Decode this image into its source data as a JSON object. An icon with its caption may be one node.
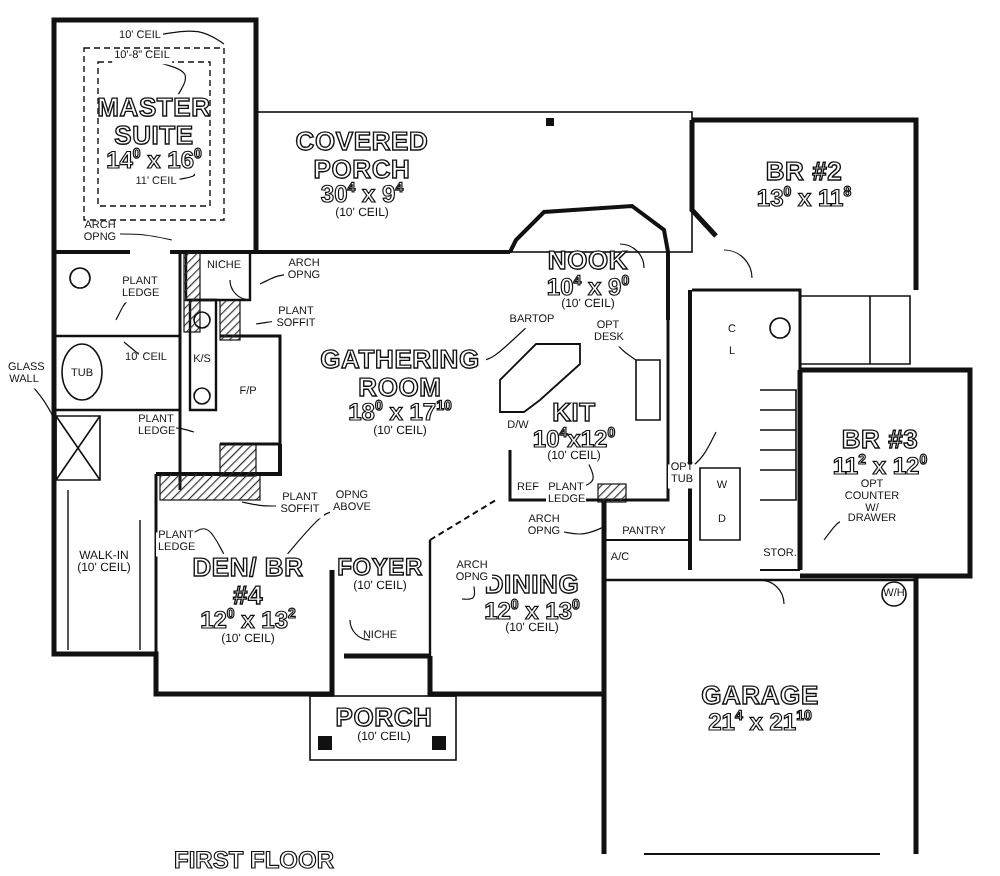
{
  "diagram": {
    "caption": "FIRST FLOOR",
    "nodes": [
      {
        "text": [
          "MASTER SUITE",
          "14$^{0}$ x 16$^{0}$"
        ]
      },
      {
        "text": [
          "COVERED PORCH",
          "30$^{4}$ x 9$^{4}$",
          "(10' CEIL)"
        ]
      },
      {
        "text": [
          "BR #2",
          "13$^{0}$ x 11$^{8}$"
        ]
      },
      {
        "text": [
          "NOOK",
          "10$^{4}$ x 9$^{0}$",
          "(10' CEIL)"
        ]
      },
      {
        "text": [
          "GATHERING ROOM",
          "18$^{0}$ x 17$^{10}$",
          "(10' CEIL)"
        ]
      },
      {
        "text": [
          "KIT",
          "10$^{4}$x12$^{0}$",
          "(10' CEIL)"
        ]
      },
      {
        "text": [
          "BR #3",
          "11$^{2}$ x 12$^{0}$"
        ]
      },
      {
        "text": [
          "WALK-IN",
          "(10' CEIL)"
        ]
      },
      {
        "text": [
          "DEN/ BR #4",
          "12$^{0}$ x 13$^{2}$",
          "(10' CEIL)"
        ]
      },
      {
        "text": [
          "FOYER",
          "(10' CEIL)"
        ]
      },
      {
        "text": [
          "DINING",
          "12$^{0}$ x 13$^{0}$",
          "(10' CEIL)"
        ]
      },
      {
        "text": [
          "PORCH",
          "(10' CEIL)"
        ]
      },
      {
        "text": [
          "GARAGE",
          "21$^{4}$ x 21$^{10}$"
        ]
      },
      {
        "text": [
          "10' CEIL"
        ]
      },
      {
        "text": [
          "10'-8\" CEIL"
        ]
      },
      {
        "text": [
          "11' CEIL"
        ]
      },
      {
        "text": [
          "ARCH OPNG"
        ]
      },
      {
        "text": [
          "ARCH OPNG"
        ]
      },
      {
        "text": [
          "PLANT LEDGE"
        ]
      },
      {
        "text": [
          "PLANT SOFFIT"
        ]
      },
      {
        "text": [
          "GLASS WALL"
        ]
      },
      {
        "text": [
          "10' CEIL"
        ]
      },
      {
        "text": [
          "PLANT LEDGE"
        ]
      },
      {
        "text": [
          "PLANT SOFFIT"
        ]
      },
      {
        "text": [
          "OPNG ABOVE"
        ]
      },
      {
        "text": [
          "PLANT LEDGE"
        ]
      },
      {
        "text": [
          "BARTOP"
        ]
      },
      {
        "text": [
          "OPT DESK"
        ]
      },
      {
        "text": [
          "ARCH OPNG"
        ]
      },
      {
        "text": [
          "PLANT LEDGE"
        ]
      },
      {
        "text": [
          "ARCH OPNG"
        ]
      },
      {
        "text": [
          "OPT COUNTER W/ DRAWER"
        ]
      },
      {
        "text": [
          "OPT TUB"
        ]
      }
    ],
    "edges": [
      {
        "from": 13,
        "to": null,
        "arrow": "none"
      },
      {
        "from": 14,
        "to": 0,
        "arrow": "none"
      },
      {
        "from": 15,
        "to": 0,
        "arrow": "none"
      },
      {
        "from": 16,
        "to": null,
        "arrow": "none"
      },
      {
        "from": 17,
        "to": null,
        "arrow": "none"
      },
      {
        "from": 18,
        "to": null,
        "arrow": "none"
      },
      {
        "from": 19,
        "to": null,
        "arrow": "none"
      },
      {
        "from": 20,
        "to": null,
        "arrow": "none"
      },
      {
        "from": 21,
        "to": null,
        "arrow": "none"
      },
      {
        "from": 22,
        "to": null,
        "arrow": "none"
      },
      {
        "from": 23,
        "to": null,
        "arrow": "none"
      },
      {
        "from": 24,
        "to": 8,
        "arrow": "none"
      },
      {
        "from": 25,
        "to": 8,
        "arrow": "none"
      },
      {
        "from": 26,
        "to": 4,
        "arrow": "none"
      },
      {
        "from": 27,
        "to": null,
        "arrow": "none"
      },
      {
        "from": 28,
        "to": null,
        "arrow": "none"
      },
      {
        "from": 29,
        "to": 5,
        "arrow": "none"
      },
      {
        "from": 30,
        "to": 10,
        "arrow": "none"
      },
      {
        "from": 31,
        "to": null,
        "arrow": "none"
      },
      {
        "from": 32,
        "to": null,
        "arrow": "none"
      }
    ],
    "labels": [
      "NICHE",
      "K/S",
      "F/P",
      "TUB",
      "C",
      "L",
      "D/W",
      "W",
      "D",
      "REF",
      "PANTRY",
      "A/C",
      "STOR.",
      "W/H",
      "NICHE"
    ]
  }
}
